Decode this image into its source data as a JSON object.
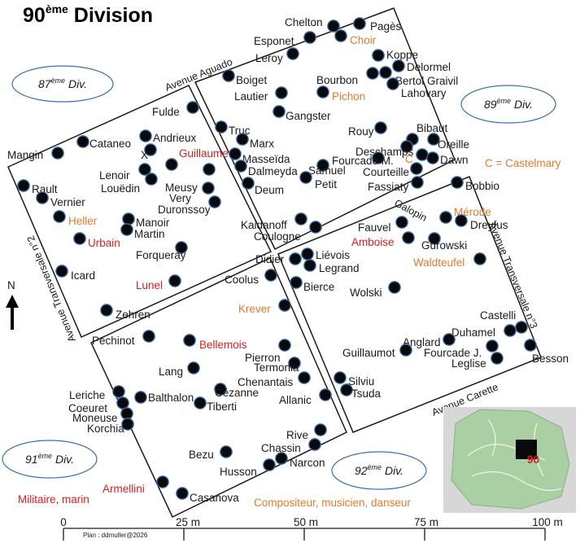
{
  "title": {
    "main": "90",
    "sup": "ème",
    "rest": " Division"
  },
  "divisions": [
    {
      "num": "87",
      "sup": "ème",
      "word": " Div."
    },
    {
      "num": "89",
      "sup": "ème",
      "word": " Div."
    },
    {
      "num": "91",
      "sup": "ème",
      "word": " Div."
    },
    {
      "num": "92",
      "sup": "ème",
      "word": " Div."
    }
  ],
  "streets": {
    "aguado": "Avenue Aguado",
    "transversale2": "Avenue Transversale n°2",
    "transversale3": "Avenue Transversale n°3",
    "carette": "Avenue Carette",
    "galopin": "Galopin"
  },
  "north": "N",
  "legend": {
    "castelmary": "C = Castelmary",
    "militaire": "Militaire, marin",
    "compositeur": "Compositeur, musicien, danseur"
  },
  "scale": {
    "labels": [
      "0",
      "25 m",
      "50 m",
      "75 m",
      "100 m"
    ]
  },
  "credit": "Plan : ddmuller@2026",
  "inset": {
    "label": "90"
  },
  "colors": {
    "orange": "#e07b2e",
    "red": "#d62020",
    "grave_fill": "#0a0a0a",
    "grave_ring": "#3a6fb0"
  },
  "graves": [
    {
      "name": "Chelton",
      "color": "dark"
    },
    {
      "name": "Pagès",
      "color": "dark"
    },
    {
      "name": "Esponet",
      "color": "dark"
    },
    {
      "name": "Choir",
      "color": "orange"
    },
    {
      "name": "Leroy",
      "color": "dark"
    },
    {
      "name": "Koppe",
      "color": "dark"
    },
    {
      "name": "Delormel",
      "color": "dark"
    },
    {
      "name": "Boiget",
      "color": "dark"
    },
    {
      "name": "Bourbon",
      "color": "dark"
    },
    {
      "name": "Bertol Graivil",
      "color": "dark"
    },
    {
      "name": "Lahovary",
      "color": "dark"
    },
    {
      "name": "Lautier",
      "color": "dark"
    },
    {
      "name": "Pichon",
      "color": "orange"
    },
    {
      "name": "Gangster",
      "color": "dark"
    },
    {
      "name": "Fulde",
      "color": "dark"
    },
    {
      "name": "Truc",
      "color": "dark"
    },
    {
      "name": "Bibaut",
      "color": "dark"
    },
    {
      "name": "Rouy",
      "color": "dark"
    },
    {
      "name": "Oreille",
      "color": "dark"
    },
    {
      "name": "Andrieux",
      "color": "dark"
    },
    {
      "name": "Marx",
      "color": "dark"
    },
    {
      "name": "Deschamps",
      "color": "dark"
    },
    {
      "name": "Mangin",
      "color": "dark"
    },
    {
      "name": "Cataneo",
      "color": "dark"
    },
    {
      "name": "X",
      "color": "dark"
    },
    {
      "name": "Guillaume",
      "color": "red"
    },
    {
      "name": "Masseïda",
      "color": "dark"
    },
    {
      "name": "C",
      "color": "orange"
    },
    {
      "name": "Dawn",
      "color": "dark"
    },
    {
      "name": "Fourcade M.",
      "color": "dark"
    },
    {
      "name": "Dalmeyda",
      "color": "dark"
    },
    {
      "name": "Samuel",
      "color": "dark"
    },
    {
      "name": "Courteille",
      "color": "dark"
    },
    {
      "name": "Lenoir",
      "color": "dark"
    },
    {
      "name": "Meusy",
      "color": "dark"
    },
    {
      "name": "Louëdin",
      "color": "dark"
    },
    {
      "name": "Petit",
      "color": "dark"
    },
    {
      "name": "Fassiaty",
      "color": "dark"
    },
    {
      "name": "Bobbio",
      "color": "dark"
    },
    {
      "name": "Rault",
      "color": "dark"
    },
    {
      "name": "Very",
      "color": "dark"
    },
    {
      "name": "Deum",
      "color": "dark"
    },
    {
      "name": "Vernier",
      "color": "dark"
    },
    {
      "name": "Duronssoy",
      "color": "dark"
    },
    {
      "name": "Mérode",
      "color": "orange"
    },
    {
      "name": "Heller",
      "color": "orange"
    },
    {
      "name": "Manoir",
      "color": "dark"
    },
    {
      "name": "Kaidanoff",
      "color": "dark"
    },
    {
      "name": "Fauvel",
      "color": "dark"
    },
    {
      "name": "Dreyfus",
      "color": "dark"
    },
    {
      "name": "Martin",
      "color": "dark"
    },
    {
      "name": "Coulogne",
      "color": "dark"
    },
    {
      "name": "Urbain",
      "color": "red"
    },
    {
      "name": "Amboise",
      "color": "red"
    },
    {
      "name": "Gurowski",
      "color": "dark"
    },
    {
      "name": "Forqueray",
      "color": "dark"
    },
    {
      "name": "Didier",
      "color": "dark"
    },
    {
      "name": "Liévois",
      "color": "dark"
    },
    {
      "name": "Waldteufel",
      "color": "orange"
    },
    {
      "name": "Legrand",
      "color": "dark"
    },
    {
      "name": "Icard",
      "color": "dark"
    },
    {
      "name": "Coolus",
      "color": "dark"
    },
    {
      "name": "Lunel",
      "color": "red"
    },
    {
      "name": "Bierce",
      "color": "dark"
    },
    {
      "name": "Wolski",
      "color": "dark"
    },
    {
      "name": "Krever",
      "color": "orange"
    },
    {
      "name": "Zehren",
      "color": "dark"
    },
    {
      "name": "Castelli",
      "color": "dark"
    },
    {
      "name": "Duhamel",
      "color": "dark"
    },
    {
      "name": "Pechinot",
      "color": "dark"
    },
    {
      "name": "Anglard",
      "color": "dark"
    },
    {
      "name": "Bellemois",
      "color": "red"
    },
    {
      "name": "Besson",
      "color": "dark"
    },
    {
      "name": "Guillaumot",
      "color": "dark"
    },
    {
      "name": "Fourcade J.",
      "color": "dark"
    },
    {
      "name": "Pierron",
      "color": "dark"
    },
    {
      "name": "Leglise",
      "color": "dark"
    },
    {
      "name": "Termonia",
      "color": "dark"
    },
    {
      "name": "Lang",
      "color": "dark"
    },
    {
      "name": "Chenantais",
      "color": "dark"
    },
    {
      "name": "Silviu",
      "color": "dark"
    },
    {
      "name": "Cézanne",
      "color": "dark"
    },
    {
      "name": "Leriche",
      "color": "dark"
    },
    {
      "name": "Tsuda",
      "color": "dark"
    },
    {
      "name": "Balthalon",
      "color": "dark"
    },
    {
      "name": "Allanic",
      "color": "dark"
    },
    {
      "name": "Coeuret",
      "color": "dark"
    },
    {
      "name": "Tiberti",
      "color": "dark"
    },
    {
      "name": "Moneuse",
      "color": "dark"
    },
    {
      "name": "Korchia",
      "color": "dark"
    },
    {
      "name": "Rive",
      "color": "dark"
    },
    {
      "name": "Chassin",
      "color": "dark"
    },
    {
      "name": "Bezu",
      "color": "dark"
    },
    {
      "name": "Narcon",
      "color": "dark"
    },
    {
      "name": "Husson",
      "color": "dark"
    },
    {
      "name": "Armellini",
      "color": "red"
    },
    {
      "name": "Casanova",
      "color": "dark"
    }
  ]
}
